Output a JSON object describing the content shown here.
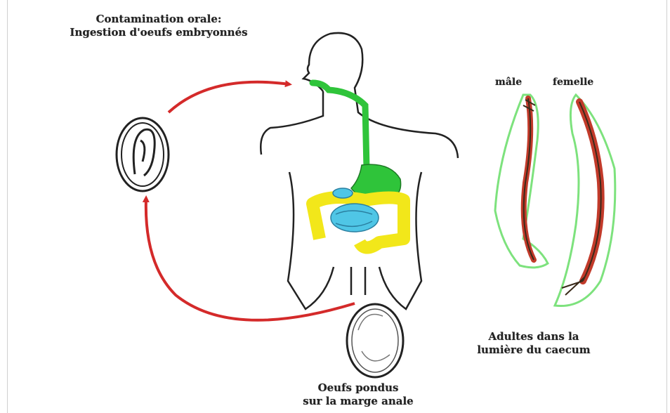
{
  "labels": {
    "contamination_line1": "Contamination orale:",
    "contamination_line2": "Ingestion d'oeufs embryonnés",
    "male": "mâle",
    "female": "femelle",
    "adults_line1": "Adultes dans la",
    "adults_line2": "lumière du caecum",
    "eggs_line1": "Oeufs pondus",
    "eggs_line2": "sur la marge anale"
  },
  "colors": {
    "arrow": "#d42a2a",
    "esophagus_stomach": "#2fc43a",
    "small_intestine": "#4fc6e6",
    "colon": "#f2e71a",
    "worm_outline": "#7de27d",
    "worm_body": "#c23a2a"
  }
}
